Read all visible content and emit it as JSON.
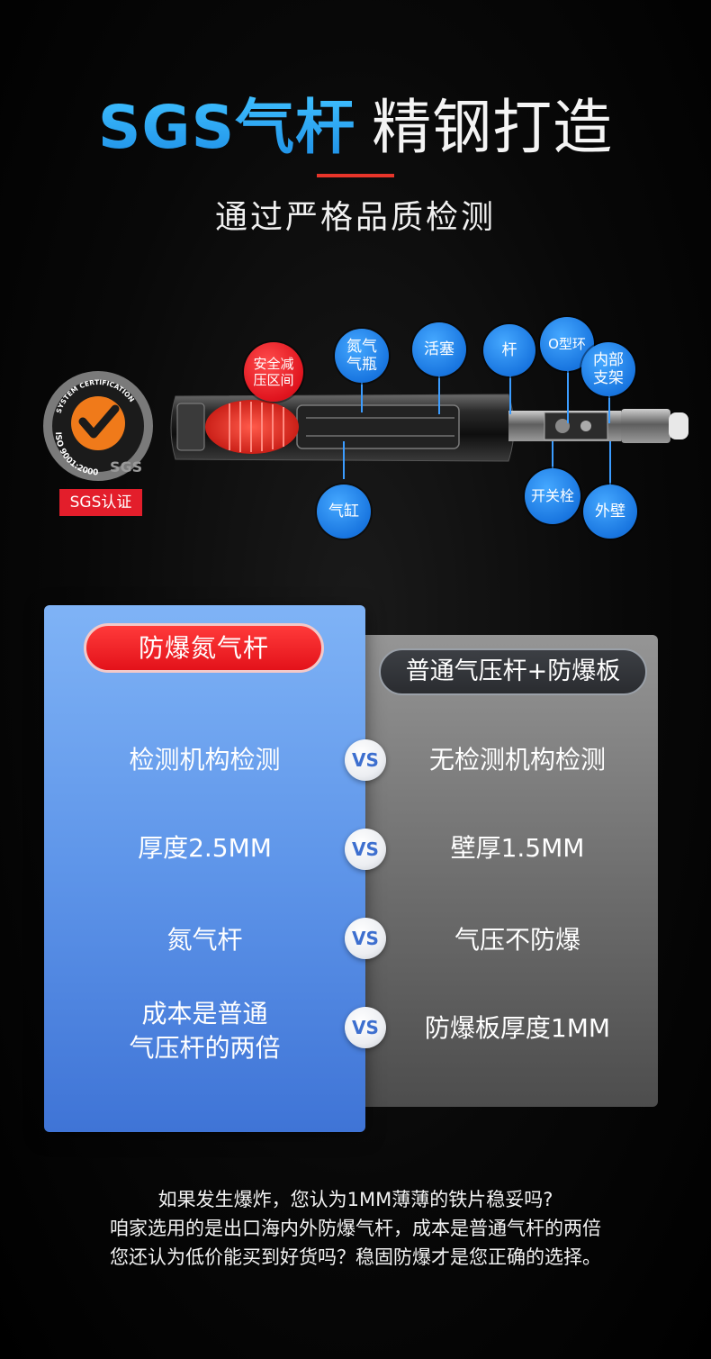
{
  "header": {
    "title_highlight": "SGS气杆",
    "title_rest": "精钢打造",
    "subtitle": "通过严格品质检测"
  },
  "colors": {
    "accent_blue": "#1e8fe6",
    "accent_red": "#e8352a",
    "panel_blue": "#5e95e9",
    "panel_gray": "#6c6c6c"
  },
  "diagram": {
    "cert_badge": "SGS认证",
    "cert_logo_text": [
      "SYSTEM CERTIFICATION",
      "ISO 9001:2000",
      "SGS"
    ],
    "labels": {
      "safety_zone": "安全减\n压区间",
      "nitrogen_bottle": "氮气\n气瓶",
      "piston": "活塞",
      "rod": "杆",
      "o_ring": "O型环",
      "inner_bracket": "内部\n支架",
      "cylinder": "气缸",
      "switch_bolt": "开关栓",
      "outer_wall": "外壁"
    }
  },
  "comparison": {
    "left_title": "防爆氮气杆",
    "right_title": "普通气压杆+防爆板",
    "vs_label": "VS",
    "rows": [
      {
        "left": "检测机构检测",
        "right": "无检测机构检测"
      },
      {
        "left": "厚度2.5MM",
        "right": "壁厚1.5MM"
      },
      {
        "left": "氮气杆",
        "right": "气压不防爆"
      },
      {
        "left_line1": "成本是普通",
        "left_line2": "气压杆的两倍",
        "right": "防爆板厚度1MM"
      }
    ]
  },
  "footer": {
    "lines": [
      "如果发生爆炸，您认为1MM薄薄的铁片稳妥吗?",
      "咱家选用的是出口海内外防爆气杆，成本是普通气杆的两倍",
      "您还认为低价能买到好货吗？稳固防爆才是您正确的选择。"
    ]
  }
}
